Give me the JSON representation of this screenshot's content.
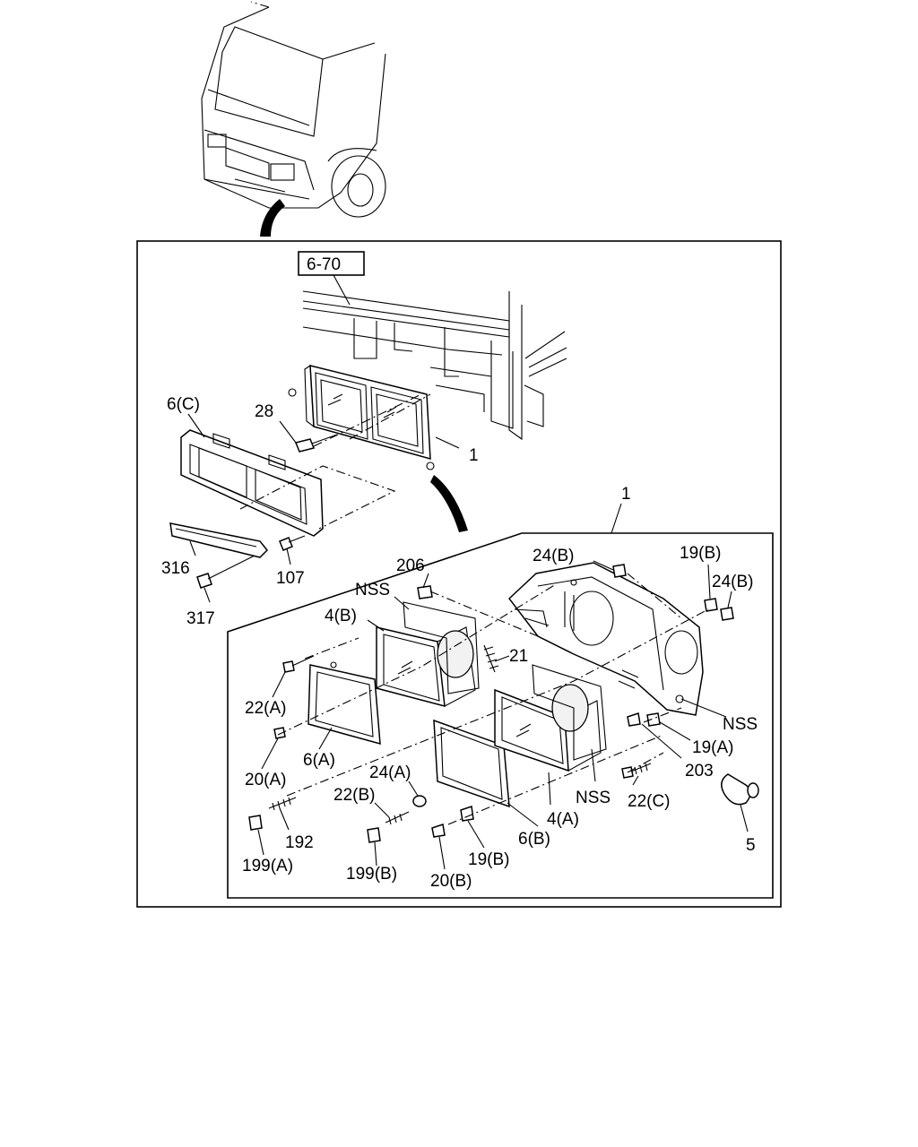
{
  "labels": {
    "ref_box": "6-70",
    "p6c": "6(C)",
    "p28": "28",
    "p1_top": "1",
    "p1_detail": "1",
    "p316": "316",
    "p107": "107",
    "p317": "317",
    "p206": "206",
    "p24b_top": "24(B)",
    "p19b_right": "19(B)",
    "p24b_right": "24(B)",
    "nss_top": "NSS",
    "p4b": "4(B)",
    "p21": "21",
    "p22a": "22(A)",
    "p20a": "20(A)",
    "p6a": "6(A)",
    "p24a": "24(A)",
    "p22b": "22(B)",
    "p192": "192",
    "p199a": "199(A)",
    "p199b": "199(B)",
    "p20b": "20(B)",
    "p19b_low": "19(B)",
    "p6b": "6(B)",
    "p4a": "4(A)",
    "nss_mid": "NSS",
    "p22c": "22(C)",
    "p203": "203",
    "p19a": "19(A)",
    "nss_right": "NSS",
    "p5": "5"
  }
}
